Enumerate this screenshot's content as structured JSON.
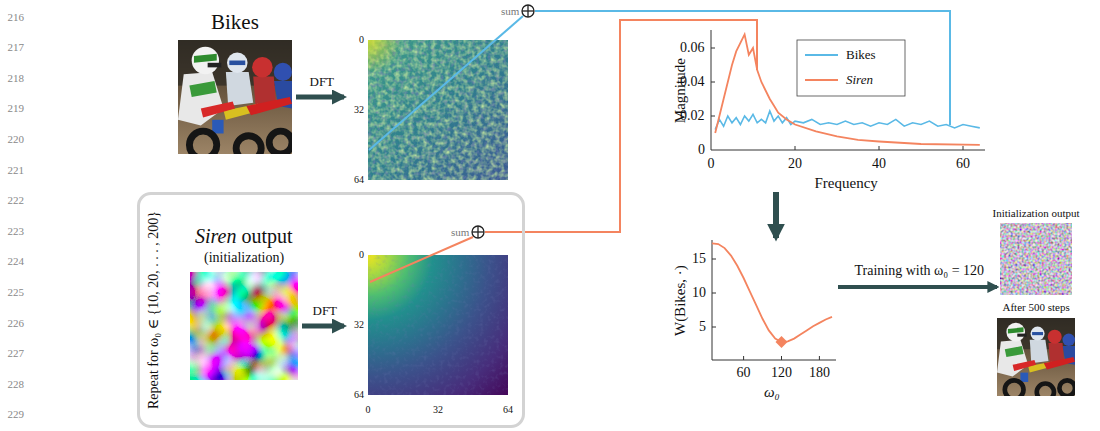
{
  "diagram": {
    "nodes": [
      {
        "text": [
          "Bikes"
        ]
      },
      {
        "text": [
          "0",
          "32",
          "64"
        ]
      },
      {
        "text": [
          "Magnitude",
          "Frequency",
          "0",
          "0.02",
          "0.04",
          "0.06",
          "0",
          "20",
          "40",
          "60"
        ]
      },
      {
        "text": [
          "Repeat for ω₀ ∈ {10, 20, . . . , 200}"
        ]
      },
      {
        "text": [
          "Siren output",
          "(initialization)"
        ],
        "in": 3
      },
      {
        "text": [
          "0",
          "32",
          "64",
          "0",
          "32",
          "64"
        ],
        "in": 3
      },
      {
        "text": [
          "W(Bikes, ·)",
          "ω₀",
          "5",
          "10",
          "15",
          "60",
          "120",
          "180"
        ]
      },
      {
        "text": [
          "Initialization output"
        ]
      },
      {
        "text": [
          "After 500 steps"
        ]
      }
    ],
    "edges": [
      {
        "from": 0,
        "to": 1,
        "arrow": "to",
        "label": "DFT"
      },
      {
        "from": 4,
        "to": 5,
        "arrow": "to",
        "label": "DFT"
      },
      {
        "from": 1,
        "to": 2,
        "arrow": "none"
      },
      {
        "from": 5,
        "to": 2,
        "arrow": "none"
      },
      {
        "from": 2,
        "to": 6,
        "arrow": "to"
      },
      {
        "from": 6,
        "to": 7,
        "arrow": "to",
        "label": "Training with ω₀ = 120"
      }
    ],
    "labels": [
      "216",
      "217",
      "218",
      "219",
      "220",
      "221",
      "222",
      "223",
      "224",
      "225",
      "226",
      "227",
      "228",
      "229",
      "sum",
      "sum"
    ],
    "legend": [
      {
        "text": "Bikes"
      },
      {
        "text": "Siren"
      }
    ]
  }
}
